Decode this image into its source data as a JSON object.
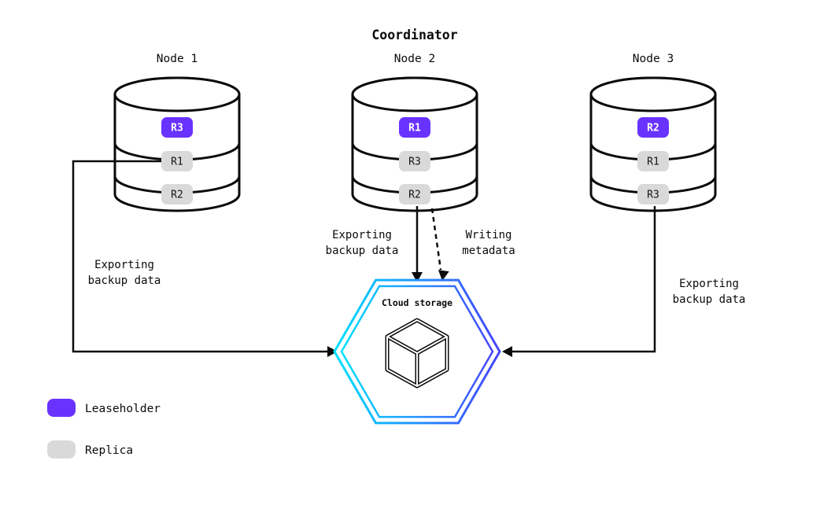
{
  "title": "Coordinator",
  "colors": {
    "leaseholder": "#6933FF",
    "replica": "#D9D9D9",
    "stroke": "#0B0B0B",
    "gradient_start": "#00E0FF",
    "gradient_end": "#4745FB"
  },
  "nodes": [
    {
      "label": "Node 1",
      "replicas": [
        {
          "label": "R3",
          "role": "leaseholder"
        },
        {
          "label": "R1",
          "role": "replica"
        },
        {
          "label": "R2",
          "role": "replica"
        }
      ]
    },
    {
      "label": "Node 2",
      "replicas": [
        {
          "label": "R1",
          "role": "leaseholder"
        },
        {
          "label": "R3",
          "role": "replica"
        },
        {
          "label": "R2",
          "role": "replica"
        }
      ]
    },
    {
      "label": "Node 3",
      "replicas": [
        {
          "label": "R2",
          "role": "leaseholder"
        },
        {
          "label": "R1",
          "role": "replica"
        },
        {
          "label": "R3",
          "role": "replica"
        }
      ]
    }
  ],
  "cloud_storage": {
    "label": "Cloud storage"
  },
  "edges": {
    "node1_export": {
      "lines": [
        "Exporting",
        "backup data"
      ]
    },
    "node2_export": {
      "lines": [
        "Exporting",
        "backup data"
      ]
    },
    "node2_metadata": {
      "lines": [
        "Writing",
        "metadata"
      ]
    },
    "node3_export": {
      "lines": [
        "Exporting",
        "backup data"
      ]
    }
  },
  "legend": {
    "items": [
      {
        "label": "Leaseholder"
      },
      {
        "label": "Replica"
      }
    ]
  }
}
